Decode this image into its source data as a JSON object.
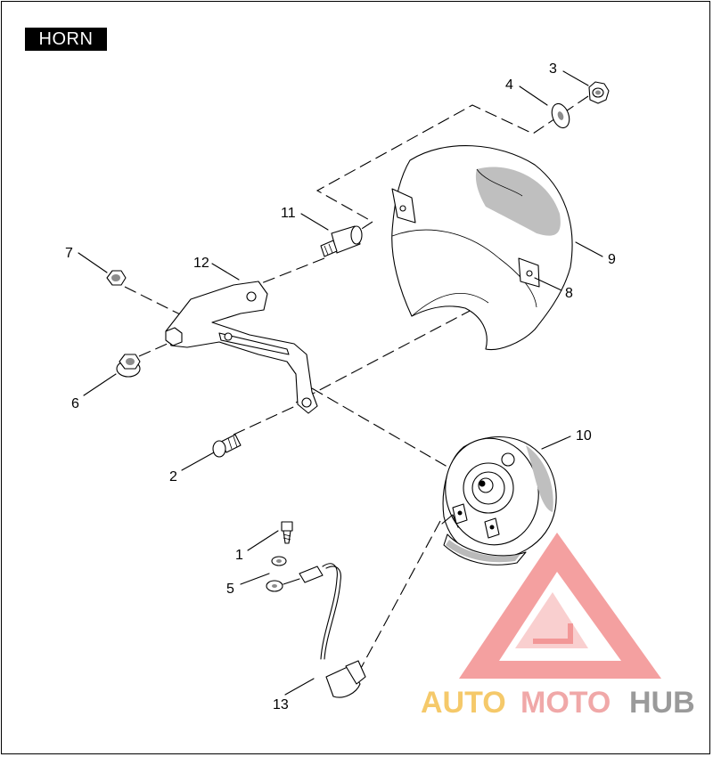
{
  "title": "HORN",
  "callouts": [
    {
      "id": "1",
      "label": "1"
    },
    {
      "id": "2",
      "label": "2"
    },
    {
      "id": "3",
      "label": "3"
    },
    {
      "id": "4",
      "label": "4"
    },
    {
      "id": "5",
      "label": "5"
    },
    {
      "id": "6",
      "label": "6"
    },
    {
      "id": "7",
      "label": "7"
    },
    {
      "id": "8",
      "label": "8"
    },
    {
      "id": "9",
      "label": "9"
    },
    {
      "id": "10",
      "label": "10"
    },
    {
      "id": "11",
      "label": "11"
    },
    {
      "id": "12",
      "label": "12"
    },
    {
      "id": "13",
      "label": "13"
    }
  ],
  "watermark": {
    "part1": "AUTO",
    "part2": "MOTO",
    "part3": "HUB",
    "color_auto": "#f5c96a",
    "color_moto": "#f0a8a8",
    "color_hub": "#9a9a9a",
    "triangle_color": "#ee6b6b"
  }
}
